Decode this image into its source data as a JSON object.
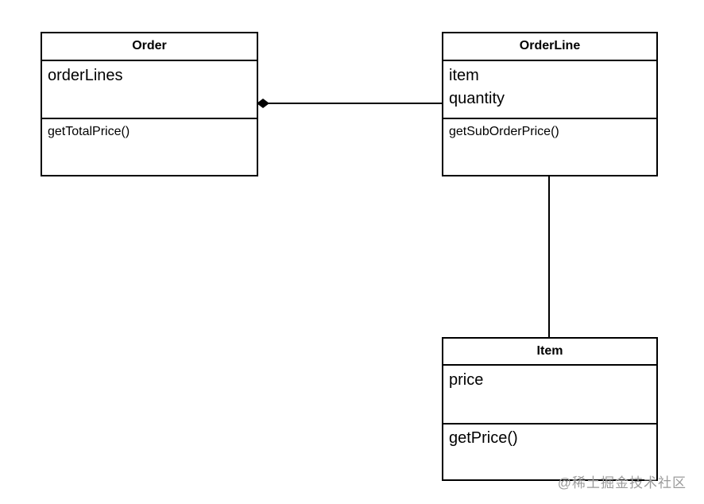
{
  "diagram": {
    "type": "uml-class-diagram",
    "classes": [
      {
        "name": "Order",
        "attributes": [
          "orderLines"
        ],
        "methods": [
          "getTotalPrice()"
        ]
      },
      {
        "name": "OrderLine",
        "attributes": [
          "item",
          "quantity"
        ],
        "methods": [
          "getSubOrderPrice()"
        ]
      },
      {
        "name": "Item",
        "attributes": [
          "price"
        ],
        "methods": [
          "getPrice()"
        ]
      }
    ],
    "relationships": [
      {
        "type": "composition",
        "from": "Order",
        "to": "OrderLine",
        "marker": "filled-diamond-at-order"
      },
      {
        "type": "association",
        "from": "OrderLine",
        "to": "Item"
      }
    ],
    "colors": {
      "line": "#000000",
      "box_border": "#000000",
      "background": "#ffffff",
      "watermark": "#9b9b9b"
    }
  },
  "watermark": {
    "text": "@稀土掘金技术社区"
  }
}
